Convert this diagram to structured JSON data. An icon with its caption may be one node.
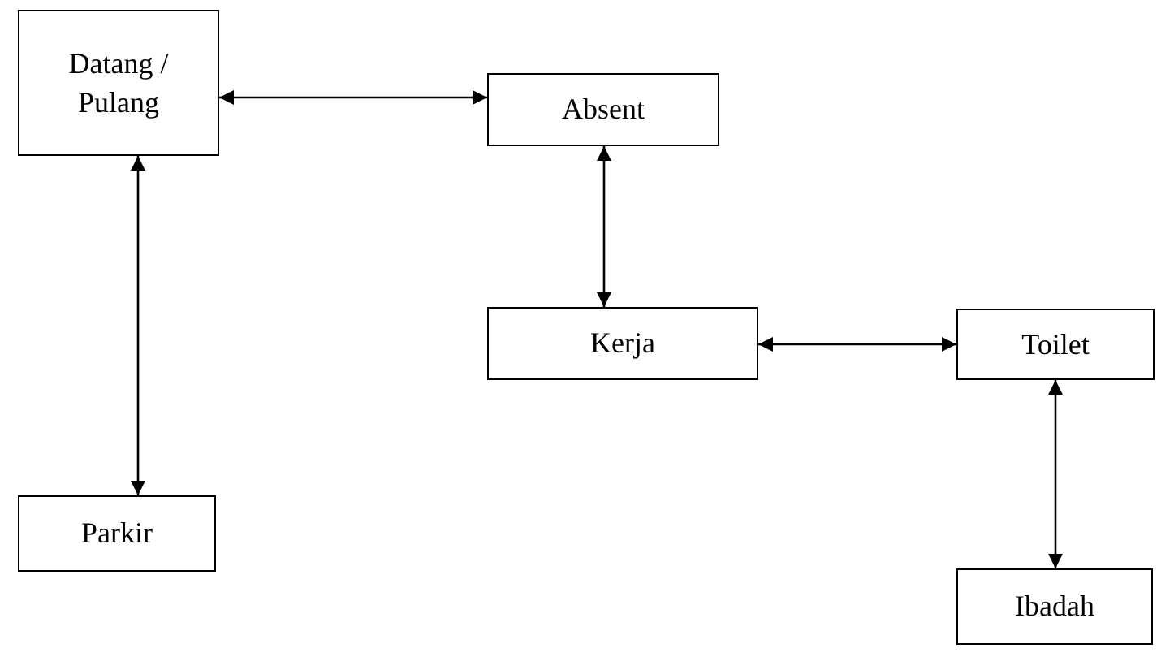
{
  "diagram": {
    "nodes": [
      {
        "text": [
          "Datang / Pulang"
        ]
      },
      {
        "text": [
          "Absent"
        ]
      },
      {
        "text": [
          "Kerja"
        ]
      },
      {
        "text": [
          "Toilet"
        ]
      },
      {
        "text": [
          "Parkir"
        ]
      },
      {
        "text": [
          "Ibadah"
        ]
      }
    ],
    "edges": [
      {
        "from": 0,
        "to": 1,
        "arrow": "both"
      },
      {
        "from": 0,
        "to": 4,
        "arrow": "both"
      },
      {
        "from": 1,
        "to": 2,
        "arrow": "both"
      },
      {
        "from": 2,
        "to": 3,
        "arrow": "both"
      },
      {
        "from": 3,
        "to": 5,
        "arrow": "both"
      }
    ]
  }
}
